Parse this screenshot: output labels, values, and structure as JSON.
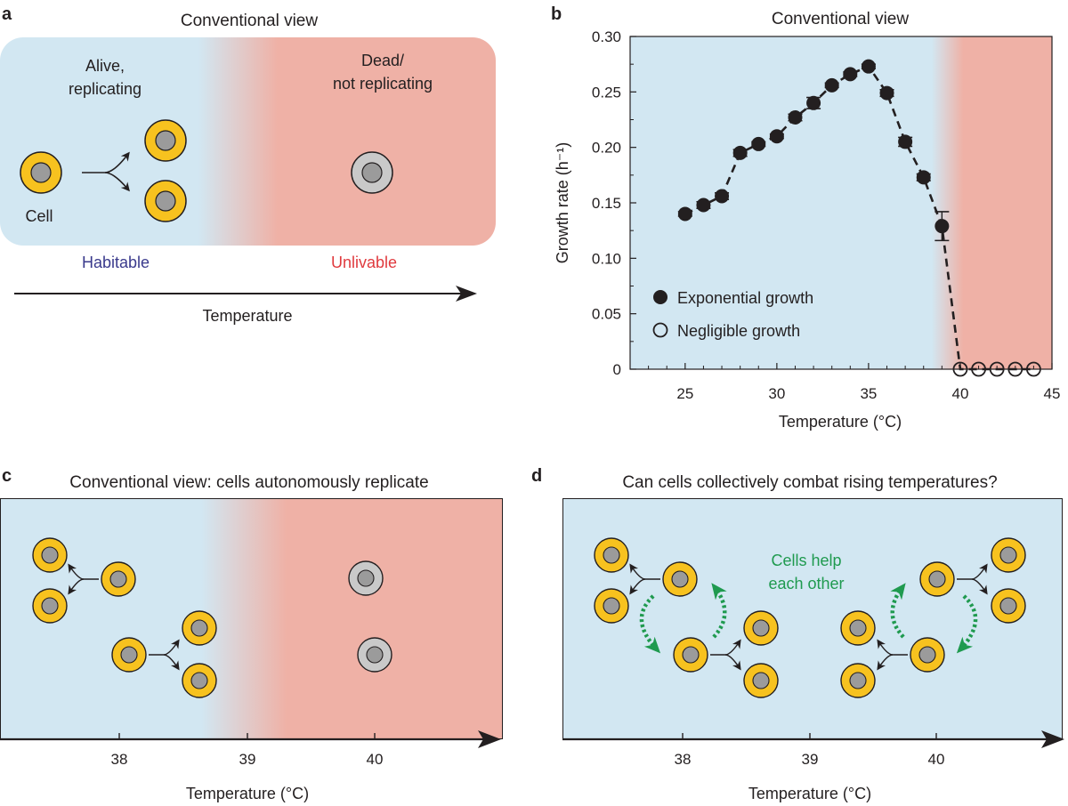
{
  "panels": {
    "a": {
      "letter": "a",
      "title": "Conventional view",
      "alive_line1": "Alive,",
      "alive_line2": "replicating",
      "dead_line1": "Dead/",
      "dead_line2": "not replicating",
      "cell_label": "Cell",
      "habitable": "Habitable",
      "unlivable": "Unlivable",
      "axis_label": "Temperature"
    },
    "b": {
      "letter": "b",
      "title": "Conventional view"
    },
    "c": {
      "letter": "c",
      "title": "Conventional view: cells autonomously replicate",
      "axis_label": "Temperature (°C)",
      "ticks": [
        "38",
        "39",
        "40"
      ]
    },
    "d": {
      "letter": "d",
      "title": "Can cells collectively combat rising temperatures?",
      "help_line1": "Cells help",
      "help_line2": "each other",
      "axis_label": "Temperature (°C)",
      "ticks": [
        "38",
        "39",
        "40"
      ]
    }
  },
  "colors": {
    "habitable_bg": "#d2e7f2",
    "unlivable_bg": "#efb1a6",
    "cell_yellow": "#f7c21f",
    "cell_dead": "#c9c9c9",
    "nucleus": "#9b9b9b",
    "habitable_text": "#3a3a8c",
    "unlivable_text": "#e03a3e",
    "help_green": "#1f9a4f",
    "arrow_green": "#1f9a4f"
  },
  "chart_data": {
    "type": "scatter",
    "title": "Conventional view",
    "xlabel": "Temperature (°C)",
    "ylabel": "Growth rate (h⁻¹)",
    "xlim": [
      22,
      45
    ],
    "ylim": [
      0,
      0.3
    ],
    "xticks": [
      "25",
      "30",
      "35",
      "40",
      "45"
    ],
    "yticks": [
      "0",
      "0.05",
      "0.10",
      "0.15",
      "0.20",
      "0.25",
      "0.30"
    ],
    "habitable_until": 39,
    "unlivable_from": 39.5,
    "legend_position": "bottom-left",
    "series": [
      {
        "name": "Exponential growth",
        "marker": "filled",
        "x": [
          25,
          26,
          27,
          28,
          29,
          30,
          31,
          32,
          33,
          34,
          35,
          36,
          37,
          38,
          39
        ],
        "y": [
          0.14,
          0.148,
          0.156,
          0.195,
          0.203,
          0.21,
          0.227,
          0.24,
          0.256,
          0.266,
          0.273,
          0.249,
          0.205,
          0.173,
          0.129
        ],
        "err": [
          0.002,
          0.003,
          0.003,
          0.003,
          0.002,
          0.002,
          0.003,
          0.005,
          0.002,
          0.002,
          0.002,
          0.003,
          0.004,
          0.003,
          0.013
        ]
      },
      {
        "name": "Negligible growth",
        "marker": "open",
        "x": [
          40,
          41,
          42,
          43,
          44
        ],
        "y": [
          0,
          0,
          0,
          0,
          0
        ]
      }
    ]
  }
}
